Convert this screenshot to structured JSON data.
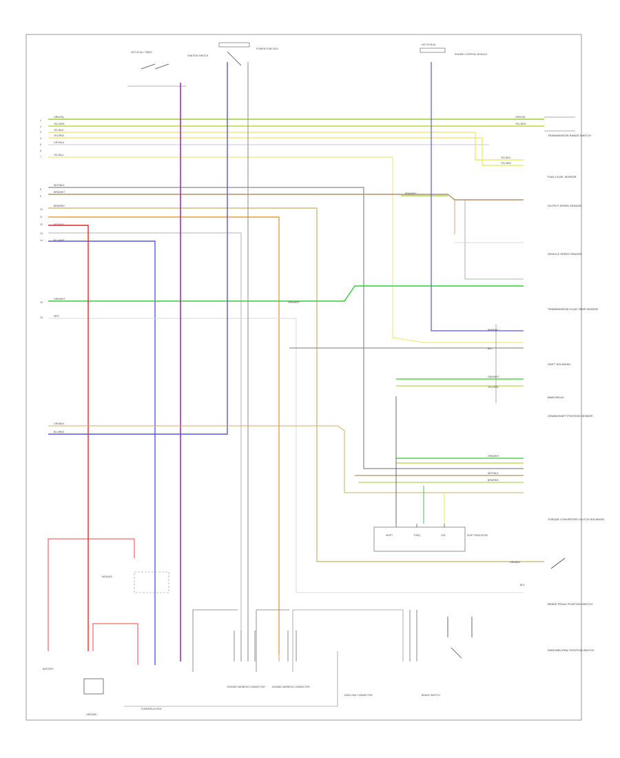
{
  "diagram": {
    "page_ref": "",
    "top_components": {
      "hot_in_all_times": "HOT AT ALL TIMES",
      "ignition_switch": "IGNITION SWITCH",
      "ecm_top": "POWER FUSE BOX",
      "hot_in_run": "HOT IN RUN",
      "ecm_right": "ENGINE CONTROL MODULE"
    },
    "connectors_left": [
      "1",
      "2",
      "3",
      "4",
      "5",
      "6",
      "7",
      "8",
      "9",
      "10",
      "11",
      "12",
      "13",
      "14",
      "15",
      "16"
    ],
    "wire_labels": {
      "w1": "GRN/YEL",
      "w2": "YEL/GRN",
      "w3": "YEL/BLK",
      "w4": "YEL/RED",
      "w5": "GRY/BLU",
      "w6": "YEL/BLU",
      "w7": "WHT/BLK",
      "w8": "BRN/WHT",
      "w9": "BRN/RED",
      "w10": "BLU/WHT",
      "w11": "RED/BLK",
      "w12": "GRN/WHT",
      "w13": "BLU/RED",
      "w14": "GRN/BLK",
      "w15": "WHT",
      "w16": "BLK",
      "w17": "BRN/BLK"
    },
    "right_components": {
      "c1": "TRANSMISSION RANGE SWITCH",
      "c2": "FUEL LEVEL SENSOR",
      "c3": "OUTPUT SPEED SENSOR",
      "c4": "VEHICLE SPEED SENSOR",
      "c5": "TRANSMISSION FLUID TEMP SENSOR",
      "c6": "SHIFT SOLENOID",
      "c7": "MAIN RELAY",
      "c8": "CRANKSHAFT POSITION SENSOR",
      "c9": "TORQUE CONVERTER CLUTCH SOLENOID",
      "c10": "BRAKE PEDAL POSITION SWITCH",
      "c11": "PARK/NEUTRAL POSITION SWITCH"
    },
    "bottom_labels": {
      "battery": "BATTERY",
      "ground": "GROUND",
      "fuse_box": "FUSE/RELAY BOX",
      "engine_connector_a": "ENGINE HARNESS CONNECTOR",
      "engine_connector_b": "ENGINE HARNESS CONNECTOR",
      "data_link": "DATA LINK CONNECTOR",
      "brake_switch": "BRAKE SWITCH",
      "module": "MODULE",
      "shift_panel": [
        "SHIFT",
        "TORQ",
        "O/D"
      ],
      "shift_panel_label": "SHIFT INDICATOR"
    }
  },
  "colors": {
    "green": "#33cc33",
    "yellow": "#e8e84a",
    "blue": "#5555ee",
    "purple": "#9933aa",
    "red": "#ee2222",
    "orange": "#e0a040",
    "gray": "#8a8a8a",
    "tan": "#c8b060",
    "black": "#222222"
  }
}
